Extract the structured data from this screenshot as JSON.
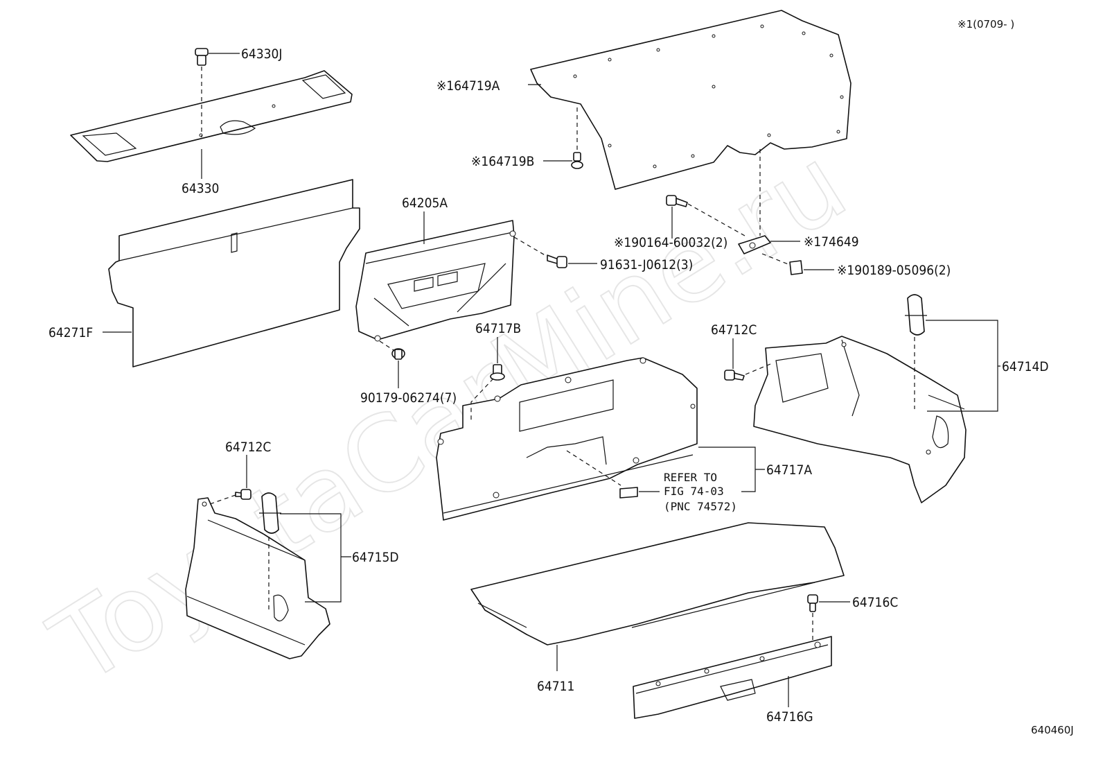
{
  "header": {
    "effective_note": "※1(0709-    )"
  },
  "watermark": "ToyotaCarMine.ru",
  "figure_code": "640460J",
  "labels": {
    "p64330J": "64330J",
    "p64330": "64330",
    "p64719A": "※164719A",
    "p64719B": "※164719B",
    "p64205A": "64205A",
    "p64271F": "64271F",
    "p91631": "91631-J0612(3)",
    "p90164": "※190164-60032(2)",
    "p74649": "※174649",
    "p90189": "※190189-05096(2)",
    "p90179": "90179-06274(7)",
    "p64717B": "64717B",
    "p64712C_right": "64712C",
    "p64714D": "64714D",
    "p64712C_left": "64712C",
    "p64717A": "64717A",
    "refer_line1": "REFER TO",
    "refer_line2": "FIG 74-03",
    "refer_line3": "(PNC 74572)",
    "p64715D": "64715D",
    "p64716C": "64716C",
    "p64711": "64711",
    "p64716G": "64716G"
  }
}
